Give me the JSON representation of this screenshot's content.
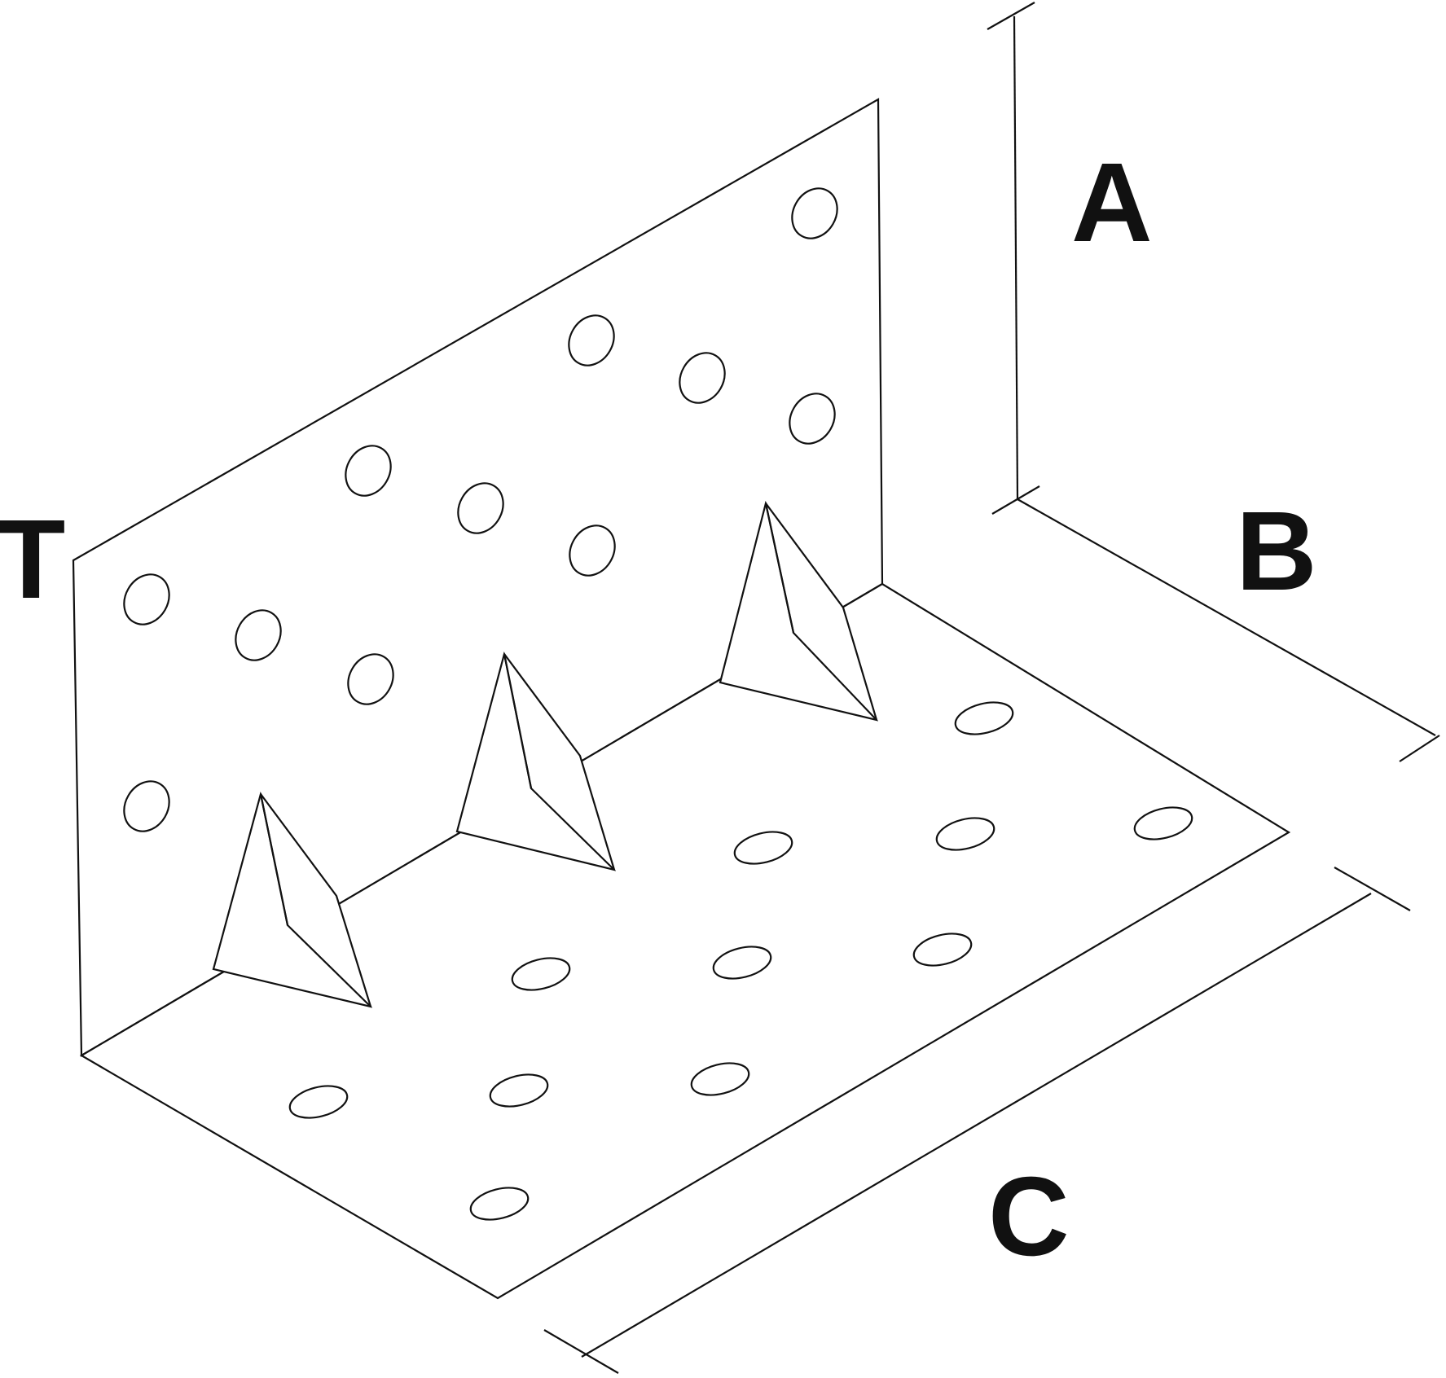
{
  "diagram": {
    "labels": {
      "A": "A",
      "B": "B",
      "C": "C",
      "T": "T"
    },
    "colors": {
      "stroke": "#111111",
      "background": "#ffffff"
    }
  }
}
